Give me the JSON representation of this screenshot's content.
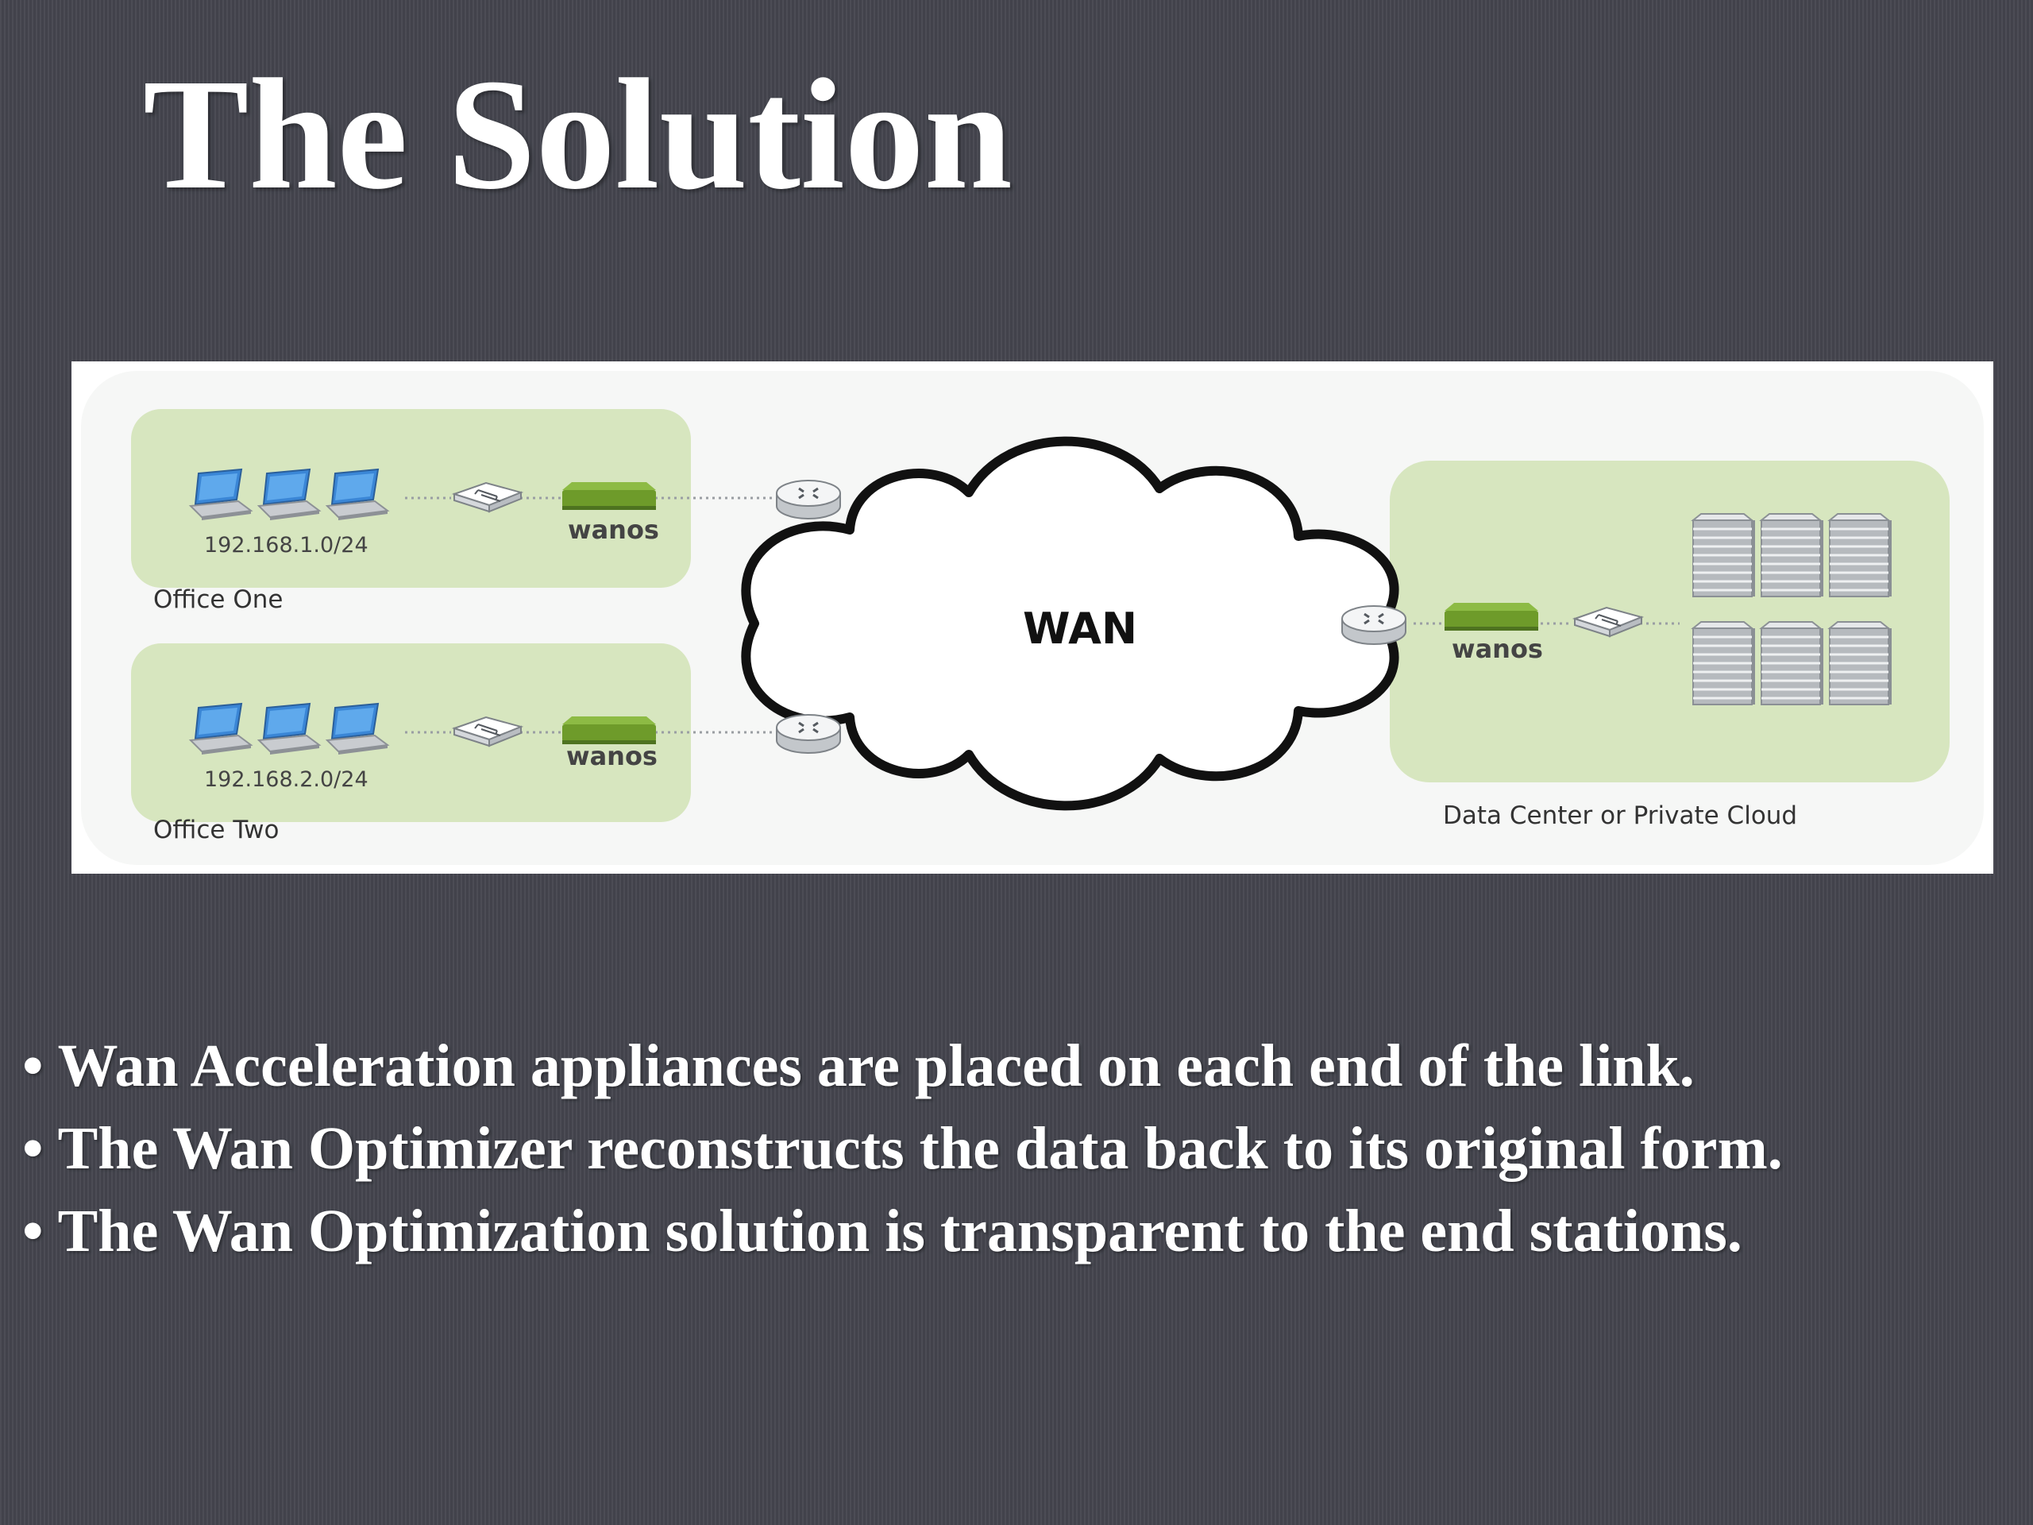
{
  "title": "The Solution",
  "diagram": {
    "wan_label": "WAN",
    "office_one": {
      "subnet": "192.168.1.0/24",
      "name": "Office One",
      "appliance": "wanos"
    },
    "office_two": {
      "subnet": "192.168.2.0/24",
      "name": "Office Two",
      "appliance": "wanos"
    },
    "data_center": {
      "name": "Data Center or Private Cloud",
      "appliance": "wanos"
    },
    "colors": {
      "zone_fill": "#d7e6bf",
      "appliance_green": "#6e9b2a",
      "laptop_blue": "#3a86d6",
      "cloud_stroke": "#111111"
    },
    "icons": [
      "laptop-icon",
      "switch-icon",
      "wanos-appliance-icon",
      "router-icon",
      "server-rack-icon",
      "wan-cloud-icon"
    ]
  },
  "bullets": [
    "Wan Acceleration appliances are placed on each end of the link.",
    "The Wan Optimizer reconstructs the data back to its original form.",
    "The Wan Optimization solution is transparent to the end stations."
  ]
}
